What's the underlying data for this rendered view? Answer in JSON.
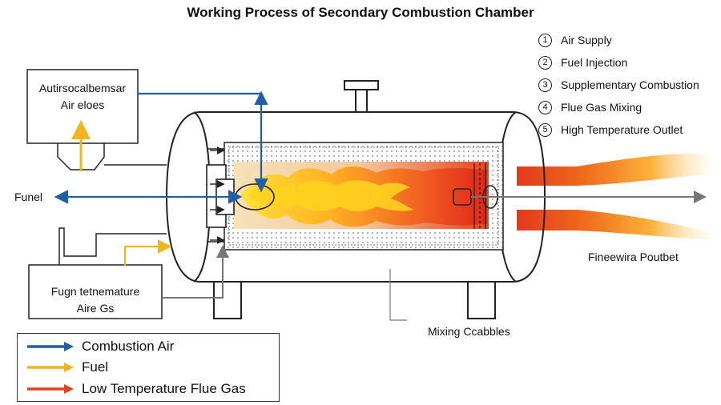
{
  "title": "Working Process of Secondary Combustion Chamber",
  "steps": [
    {
      "num": "1",
      "label": "Air Supply"
    },
    {
      "num": "2",
      "label": "Fuel Injection"
    },
    {
      "num": "3",
      "label": "Supplementary Combustion"
    },
    {
      "num": "4",
      "label": "Flue Gas Mixing"
    },
    {
      "num": "5",
      "label": "High Temperature Outlet"
    }
  ],
  "labels": {
    "top_box_line1": "Autirsocalbemsar",
    "top_box_line2": "Air eloes",
    "fuel_input": "Funel",
    "bottom_box_line1": "Fugn tetnemature",
    "bottom_box_line2": "Aire Gs",
    "outlet": "Fineewira Poutbet",
    "mixing": "Mixing Ccabbles"
  },
  "legend": [
    {
      "label": "Combustion Air",
      "color": "#1f5fa8"
    },
    {
      "label": "Fuel",
      "color": "#f2b61b"
    },
    {
      "label": "Low Temperature Flue Gas",
      "color": "#e0421e"
    }
  ],
  "colors": {
    "air": "#1f5fa8",
    "fuel": "#f2b61b",
    "flue_gas": "#e0421e",
    "outline": "#222222",
    "flow_gray": "#777777"
  }
}
